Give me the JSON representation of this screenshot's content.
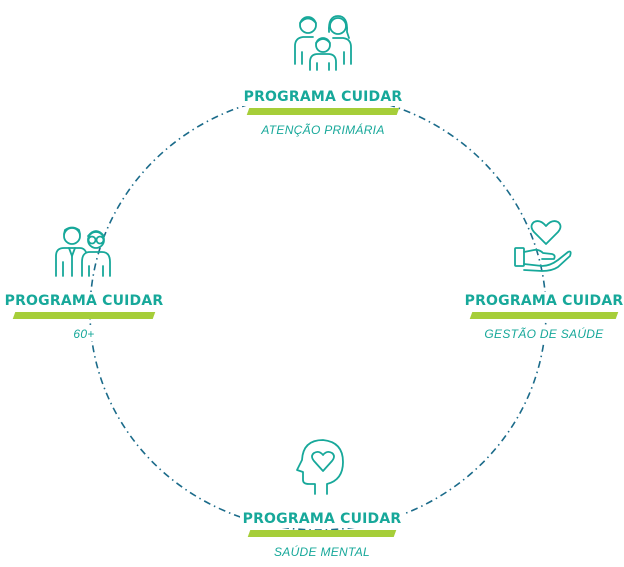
{
  "nodes": {
    "top": {
      "title": "PROGRAMA CUIDAR",
      "subtitle": "ATENÇÃO PRIMÁRIA",
      "icon": "family-icon"
    },
    "right": {
      "title": "PROGRAMA CUIDAR",
      "subtitle": "GESTÃO DE SAÚDE",
      "icon": "heart-hand-icon"
    },
    "bottom": {
      "title": "PROGRAMA CUIDAR",
      "subtitle": "SAÚDE MENTAL",
      "icon": "heart-head-icon"
    },
    "left": {
      "title": "PROGRAMA CUIDAR",
      "subtitle": "60+",
      "icon": "elderly-couple-icon"
    }
  },
  "colors": {
    "teal": "#17a89a",
    "green": "#a6ce39",
    "ring": "#1b6b8a"
  }
}
